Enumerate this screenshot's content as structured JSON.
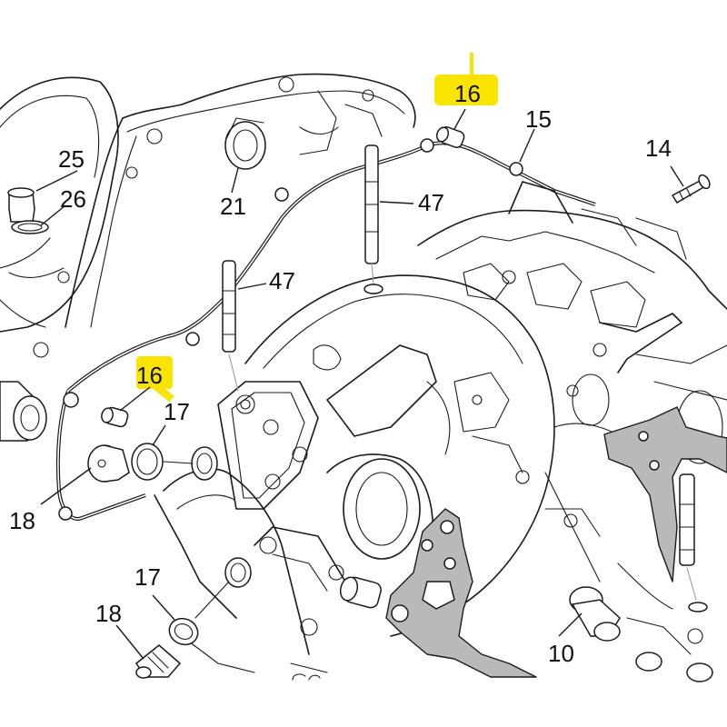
{
  "highlight_color": "#f9e400",
  "callouts": {
    "c25": "25",
    "c26": "26",
    "c21": "21",
    "c47a": "47",
    "c47b": "47",
    "c16a": "16",
    "c16b": "16",
    "c15": "15",
    "c14": "14",
    "c17a": "17",
    "c17b": "17",
    "c18a": "18",
    "c18b": "18",
    "c10": "10"
  }
}
